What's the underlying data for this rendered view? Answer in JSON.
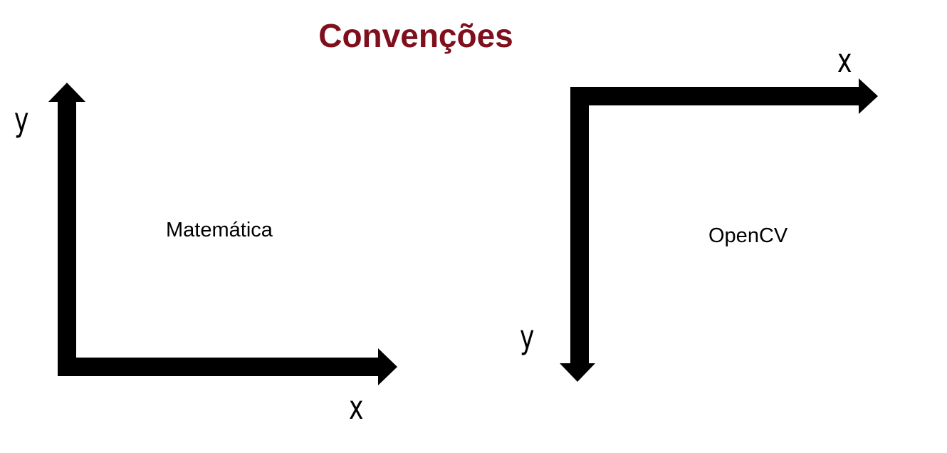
{
  "title": "Convenções",
  "panels": [
    {
      "caption": "Matemática",
      "x_label": "x",
      "y_label": "y"
    },
    {
      "caption": "OpenCV",
      "x_label": "x",
      "y_label": "y"
    }
  ],
  "colors": {
    "title": "#7f0f1c",
    "axes": "#000000",
    "background": "#ffffff"
  }
}
